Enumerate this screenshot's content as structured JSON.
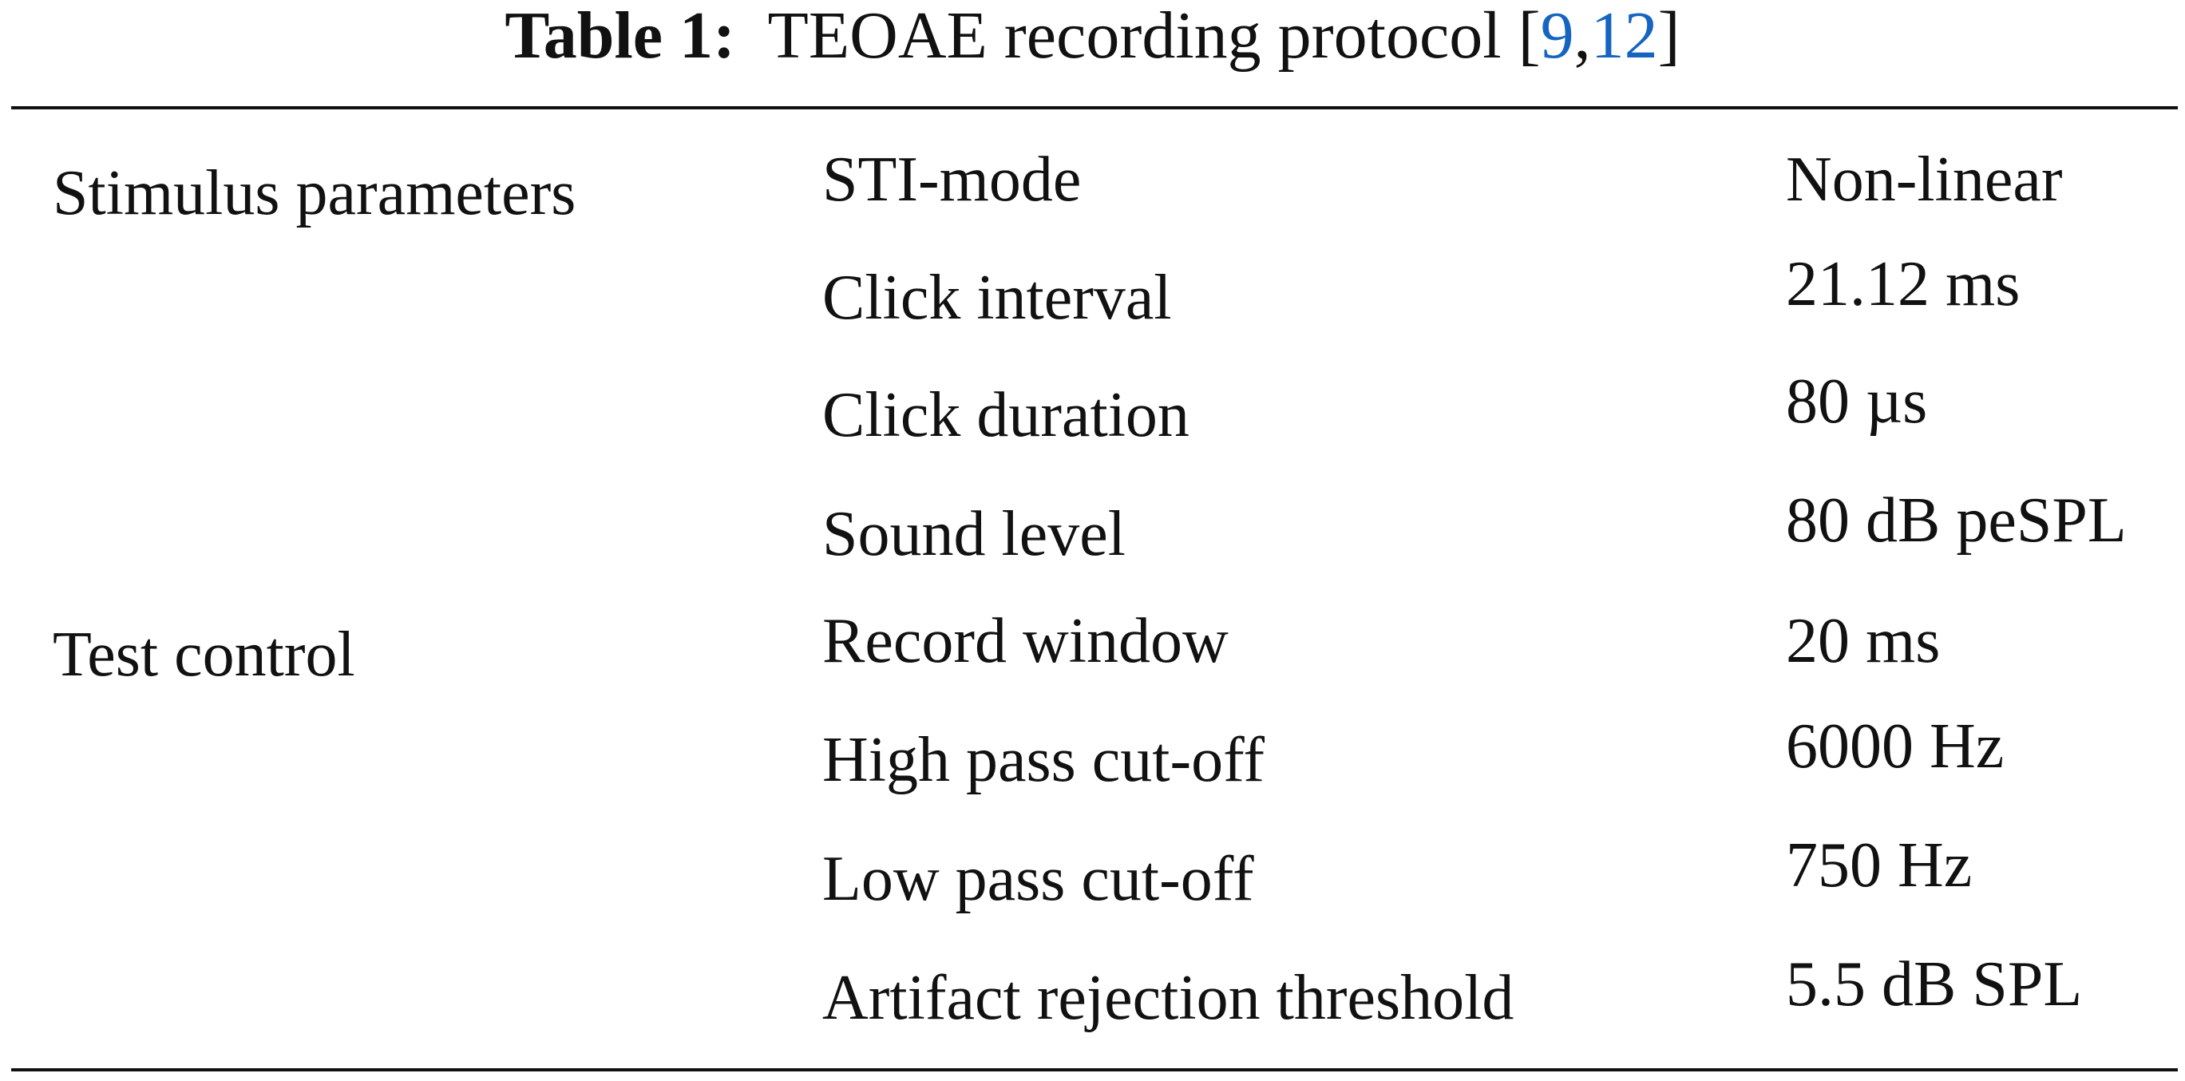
{
  "caption": {
    "label": "Table 1:",
    "title": "TEOAE recording protocol",
    "ref_open": "[",
    "ref_1": "9",
    "ref_sep": ",",
    "ref_2": "12",
    "ref_close": "]",
    "ref_color": "#1565c0"
  },
  "table": {
    "groups": [
      "Stimulus parameters",
      "Test control"
    ],
    "rows": [
      {
        "parameter": "STI-mode",
        "value": "Non-linear"
      },
      {
        "parameter": "Click interval",
        "value": "21.12 ms"
      },
      {
        "parameter": "Click duration",
        "value": "80 µs"
      },
      {
        "parameter": "Sound level",
        "value": "80 dB peSPL"
      },
      {
        "parameter": "Record window",
        "value": "20 ms"
      },
      {
        "parameter": "High pass cut-off",
        "value": "6000 Hz"
      },
      {
        "parameter": "Low pass cut-off",
        "value": "750 Hz"
      },
      {
        "parameter": "Artifact rejection threshold",
        "value": "5.5 dB SPL"
      }
    ]
  }
}
